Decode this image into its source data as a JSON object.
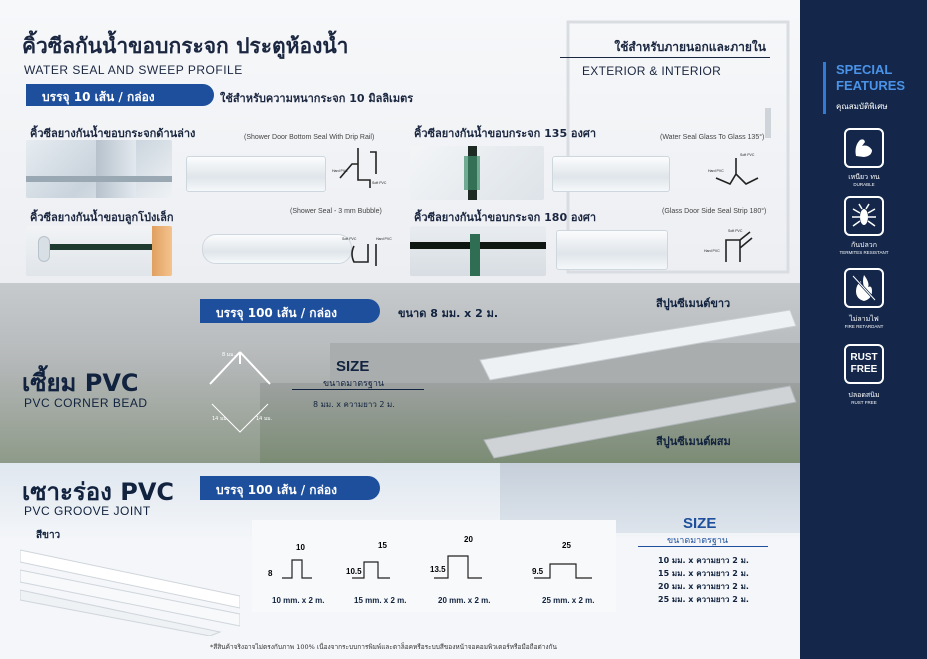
{
  "header": {
    "title_th": "คิ้วซีลกันน้ำขอบกระจก ประตูห้องน้ำ",
    "title_en": "WATER SEAL AND SWEEP PROFILE",
    "use_th": "ใช้สำหรับภายนอกและภายใน",
    "use_en": "EXTERIOR & INTERIOR",
    "pack": "บรรจุ 10 เส้น / กล่อง",
    "pack_note": "ใช้สำหรับความหนากระจก 10 มิลลิเมตร"
  },
  "seals": [
    {
      "title_th": "คิ้วซีลยางกันน้ำขอบกระจกด้านล่าง",
      "title_en": "(Shower Door Bottom Seal With Drip Rail)",
      "labels": [
        "Hard PVC",
        "Soft PVC"
      ]
    },
    {
      "title_th": "คิ้วซีลยางกันน้ำขอบกระจก 135 องศา",
      "title_en": "(Water Seal Glass To Glass 135°)",
      "labels": [
        "Hard PVC",
        "Soft PVC"
      ]
    },
    {
      "title_th": "คิ้วซีลยางกันน้ำขอบลูกโป่งเล็ก",
      "title_en": "(Shower Seal - 3 mm Bubble)",
      "labels": [
        "Soft PVC",
        "Hard PVC"
      ]
    },
    {
      "title_th": "คิ้วซีลยางกันน้ำขอบกระจก 180 องศา",
      "title_en": "(Glass Door Side Seal Strip 180°)",
      "labels": [
        "Soft PVC",
        "Hard PVC"
      ]
    }
  ],
  "corner_bead": {
    "title_th": "เซี้ยม PVC",
    "title_en": "PVC CORNER BEAD",
    "pack": "บรรจุ 100 เส้น / กล่อง",
    "size_note": "ขนาด 8 มม. x 2 ม.",
    "size_title": "SIZE",
    "size_sub": "ขนาดมาตรฐาน",
    "size_value": "8 มม. x ความยาว 2 ม.",
    "dims": [
      "8 มม.",
      "14 มม.",
      "14 มม."
    ],
    "color_white": "สีปูนซีเมนต์ขาว",
    "color_mix": "สีปูนซีเมนต์ผสม"
  },
  "groove": {
    "title_th": "เซาะร่อง PVC",
    "title_en": "PVC GROOVE JOINT",
    "pack": "บรรจุ 100 เส้น / กล่อง",
    "color": "สีขาว",
    "profiles": [
      {
        "w": "10",
        "h": "8",
        "label": "10 mm. x 2 m."
      },
      {
        "w": "15",
        "h": "10.5",
        "label": "15 mm. x 2 m."
      },
      {
        "w": "20",
        "h": "13.5",
        "label": "20 mm. x 2 m."
      },
      {
        "w": "25",
        "h": "9.5",
        "label": "25 mm. x 2 m."
      }
    ],
    "size_title": "SIZE",
    "size_sub": "ขนาดมาตรฐาน",
    "sizes": [
      "10 มม. x ความยาว 2 ม.",
      "15 มม. x ความยาว 2 ม.",
      "20 มม. x ความยาว 2 ม.",
      "25 มม. x ความยาว 2 ม."
    ]
  },
  "disclaimer": "*สีสินค้าจริงอาจไม่ตรงกับภาพ 100% เนื่องจากระบบการพิมพ์และตาล็อคหรือระบบสีของหน้าจอคอมพิวเตอร์หรือมือถือต่างกัน",
  "sidebar": {
    "title_line1": "SPECIAL",
    "title_line2": "FEATURES",
    "sub": "คุณสมบัติพิเศษ",
    "features": [
      {
        "icon": "arm-strength-icon",
        "th": "เหนียว ทน",
        "en": "DURABLE"
      },
      {
        "icon": "termite-icon",
        "th": "กันปลวก",
        "en": "TERMITES RESISTANT"
      },
      {
        "icon": "fire-icon",
        "th": "ไม่ลามไฟ",
        "en": "FIRE RETARDANT"
      },
      {
        "icon": "rust-free-icon",
        "th": "ปลอดสนิม",
        "en": "RUST FREE",
        "badge_line1": "RUST",
        "badge_line2": "FREE"
      }
    ]
  },
  "colors": {
    "brand_blue": "#1e4f9c",
    "sidebar_navy": "#14274a",
    "accent_blue": "#4a93e8"
  }
}
